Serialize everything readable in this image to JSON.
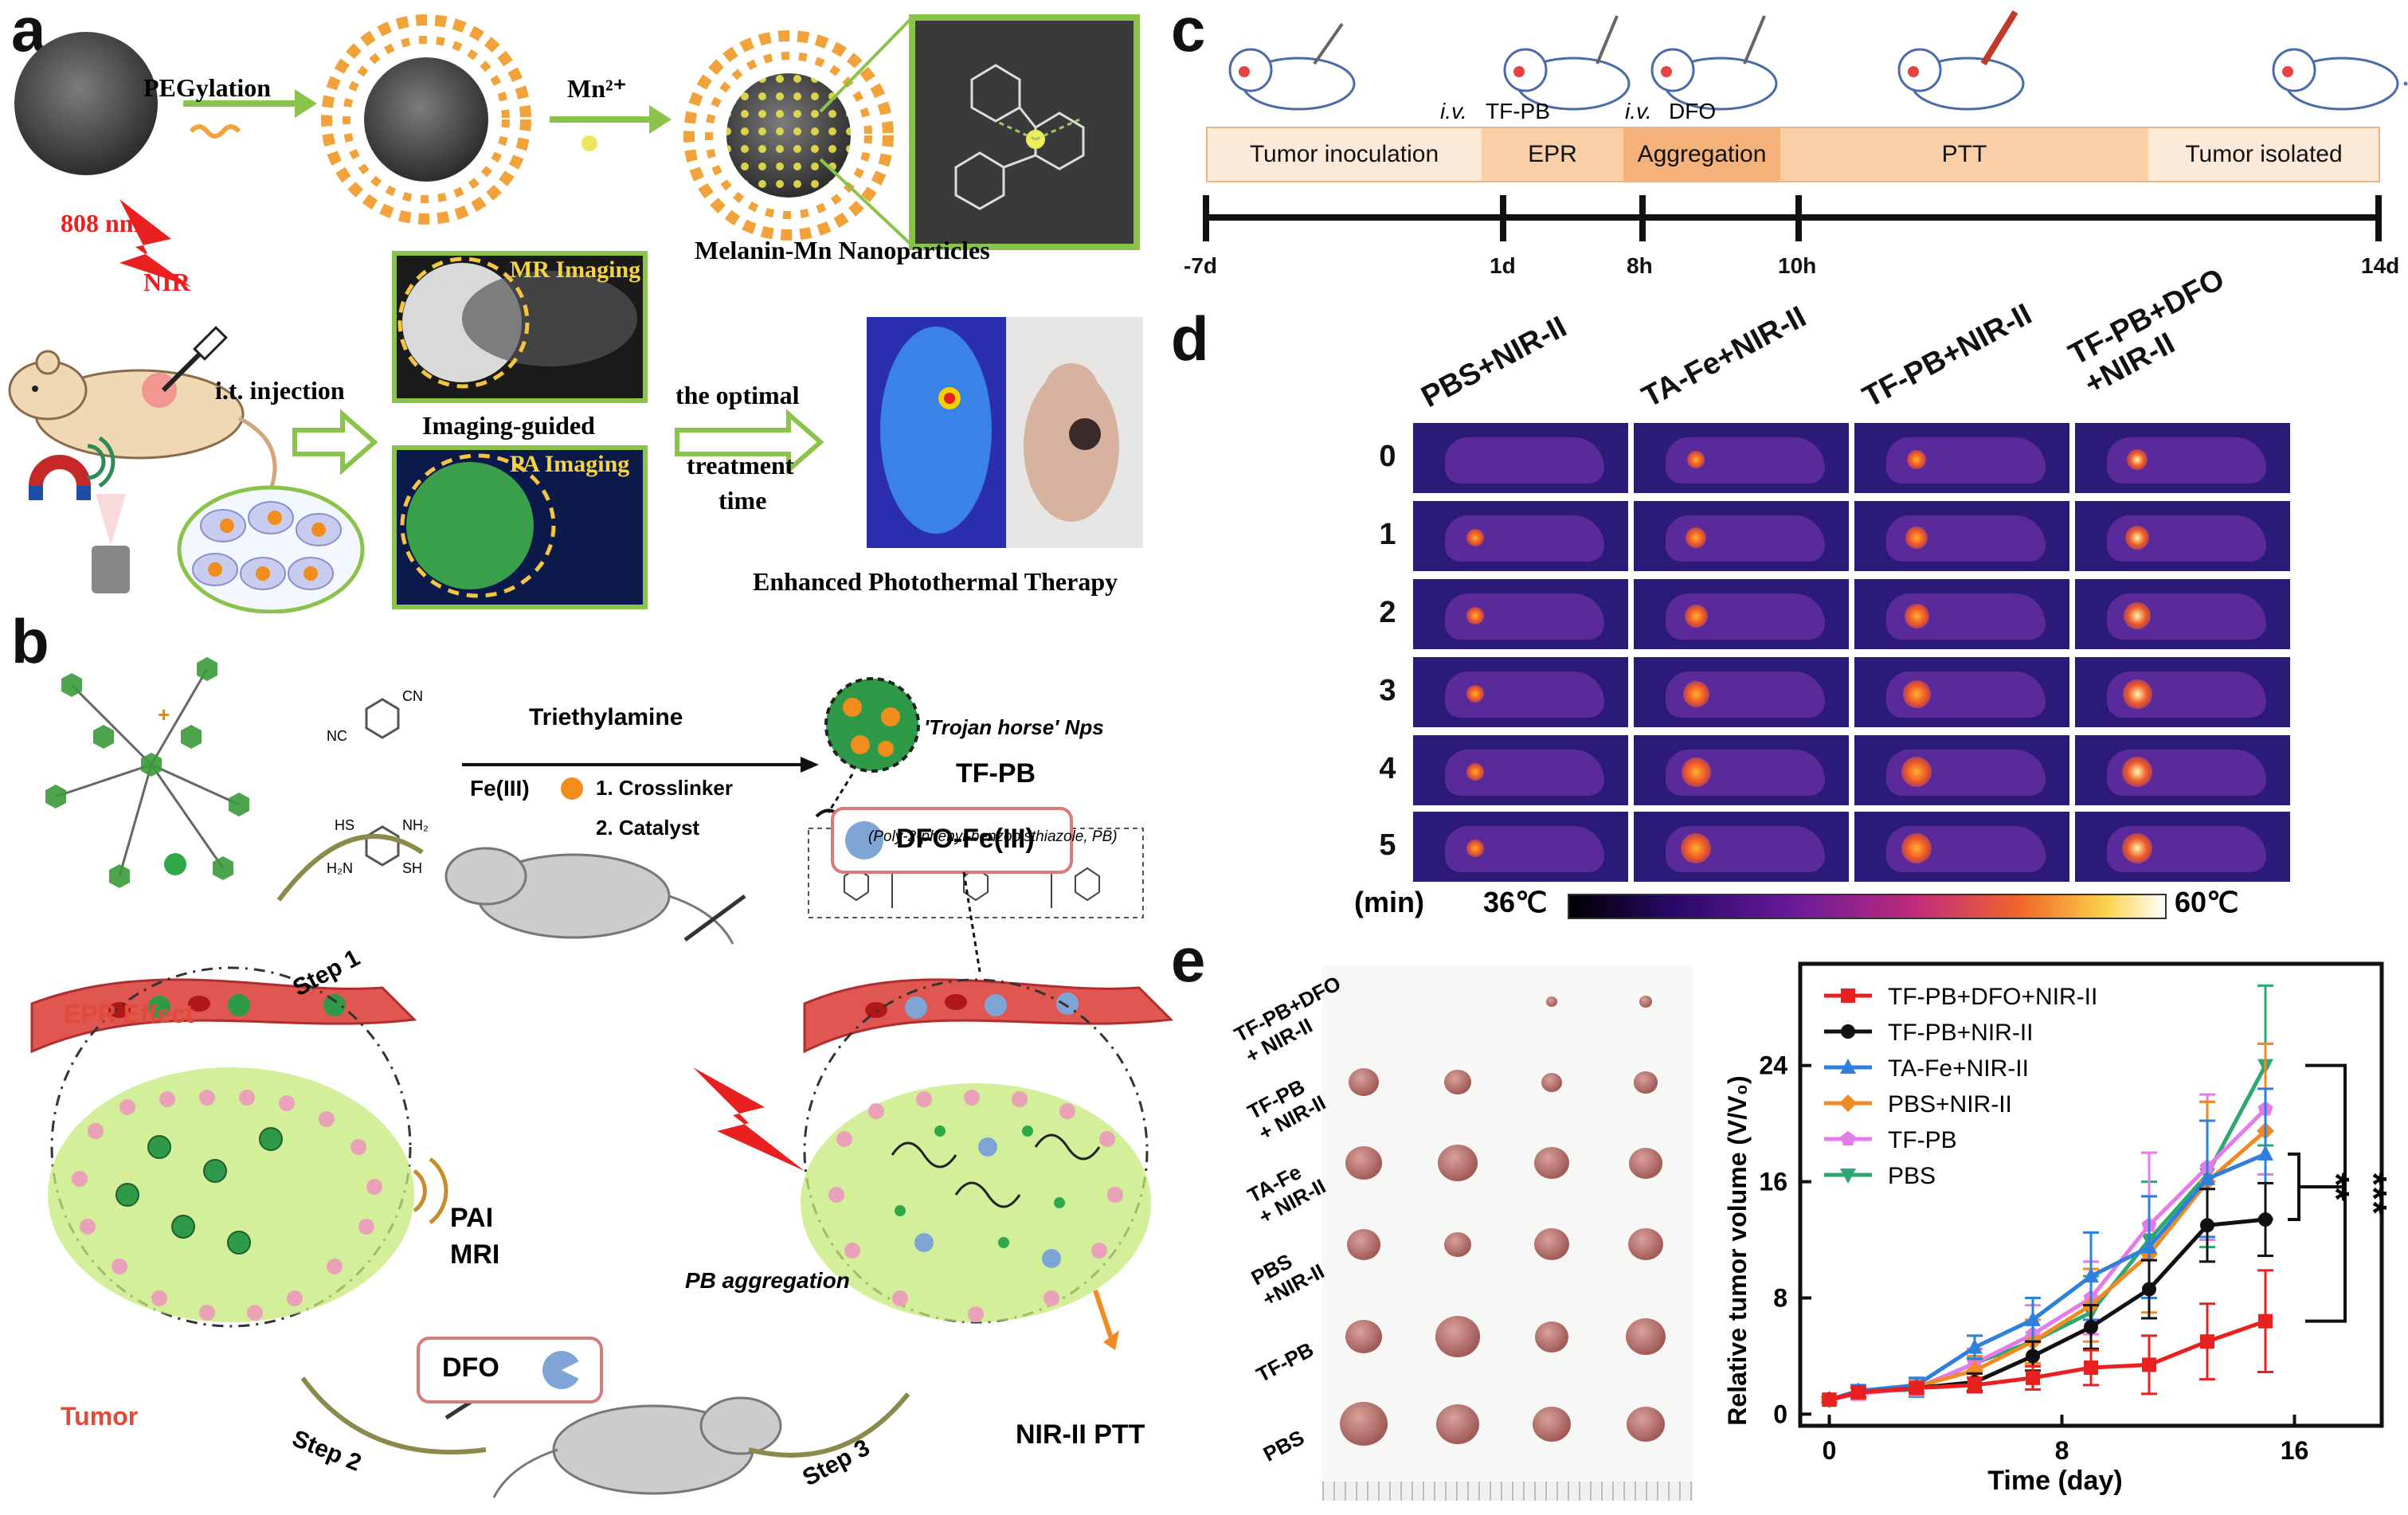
{
  "panels": {
    "a": "a",
    "b": "b",
    "c": "c",
    "d": "d",
    "e": "e"
  },
  "a": {
    "pegylation": "PEGylation",
    "mn": "Mn²⁺",
    "melanin": "Melanin-Mn Nanoparticles",
    "nir_wavelength": "808 nm",
    "nir": "NIR",
    "it_injection": "i.t. injection",
    "mr_imaging": "MR Imaging",
    "imaging_guided": "Imaging-guided",
    "pa_imaging": "PA Imaging",
    "optimal_1": "the optimal",
    "optimal_2": "treatment",
    "optimal_3": "time",
    "enhanced": "Enhanced Photothermal Therapy"
  },
  "b": {
    "triethylamine": "Triethylamine",
    "fe": "Fe(III)",
    "crosslinker": "1. Crosslinker",
    "catalyst": "2. Catalyst",
    "trojan": "'Trojan horse' Nps",
    "tfpb": "TF-PB",
    "pb_name": "(Poly-2-phenyl-benzobisthiazole, PB)",
    "epr": "EPR Effect",
    "step1": "Step 1",
    "step2": "Step 2",
    "step3": "Step 3",
    "pai": "PAI",
    "mri": "MRI",
    "tumor": "Tumor",
    "dfo": "DFO",
    "dfo_fe": "DFO-Fe(III)",
    "pb_aggregation": "PB aggregation",
    "nir_ptt": "NIR-II PTT",
    "plus": "+"
  },
  "c": {
    "iv1": "i.v.",
    "iv1_name": "TF-PB",
    "iv2": "i.v.",
    "iv2_name": "DFO",
    "segments": [
      "Tumor inoculation",
      "EPR",
      "Aggregation",
      "PTT",
      "Tumor isolated"
    ],
    "ticks": [
      "-7d",
      "1d",
      "8h",
      "10h",
      "14d"
    ]
  },
  "d": {
    "columns": [
      "PBS+NIR-II",
      "TA-Fe+NIR-II",
      "TF-PB+NIR-II",
      "TF-PB+DFO\n+NIR-II"
    ],
    "rows": [
      "0",
      "1",
      "2",
      "3",
      "4",
      "5"
    ],
    "unit": "(min)",
    "scale_min": "36℃",
    "scale_max": "60℃"
  },
  "e": {
    "photo_labels": [
      "TF-PB+DFO\n+ NIR-II",
      "TF-PB\n+ NIR-II",
      "TA-Fe\n+ NIR-II",
      "PBS\n+NIR-II",
      "TF-PB",
      "PBS"
    ]
  },
  "chart_data": {
    "type": "line",
    "xlabel": "Time (day)",
    "ylabel": "Relative tumor volume (V/V₀)",
    "xlim": [
      -1,
      19
    ],
    "ylim": [
      -0.8,
      31
    ],
    "xticks": [
      0,
      8,
      16
    ],
    "yticks": [
      0,
      8,
      16,
      24
    ],
    "x": [
      0,
      1,
      3,
      5,
      7,
      9,
      11,
      13,
      15
    ],
    "series": [
      {
        "name": "TF-PB+DFO+NIR-II",
        "color": "#e8201f",
        "marker": "square",
        "values": [
          1.0,
          1.5,
          1.8,
          2.0,
          2.5,
          3.2,
          3.4,
          5.0,
          6.4
        ],
        "errors": [
          0.2,
          0.3,
          0.3,
          0.5,
          0.8,
          1.2,
          2.0,
          2.6,
          3.5
        ]
      },
      {
        "name": "TF-PB+NIR-II",
        "color": "#111111",
        "marker": "circle",
        "values": [
          1.0,
          1.5,
          1.8,
          2.2,
          4.0,
          6.0,
          8.6,
          13.0,
          13.4
        ],
        "errors": [
          0.2,
          0.3,
          0.3,
          0.6,
          1.0,
          1.5,
          2.0,
          2.5,
          2.5
        ]
      },
      {
        "name": "TA-Fe+NIR-II",
        "color": "#2f7fdc",
        "marker": "triangle",
        "values": [
          1.0,
          1.6,
          2.0,
          4.6,
          6.5,
          9.5,
          11.5,
          16.2,
          17.9
        ],
        "errors": [
          0.2,
          0.4,
          0.5,
          0.8,
          1.5,
          3.0,
          3.5,
          4.0,
          4.5
        ]
      },
      {
        "name": "PBS+NIR-II",
        "color": "#f08a24",
        "marker": "diamond",
        "values": [
          1.0,
          1.5,
          1.9,
          3.0,
          5.0,
          7.5,
          11.0,
          16.0,
          19.5
        ],
        "errors": [
          0.2,
          0.4,
          0.5,
          1.0,
          1.5,
          2.5,
          4.0,
          5.5,
          6.0
        ]
      },
      {
        "name": "TF-PB",
        "color": "#e47be8",
        "marker": "pentagon",
        "values": [
          1.0,
          1.4,
          1.8,
          3.5,
          5.5,
          8.0,
          13.0,
          17.0,
          21.0
        ],
        "errors": [
          0.2,
          0.4,
          0.5,
          1.0,
          2.0,
          2.5,
          5.0,
          5.0,
          4.5
        ]
      },
      {
        "name": "PBS",
        "color": "#2ea870",
        "marker": "triangle-down",
        "values": [
          1.0,
          1.5,
          1.7,
          3.5,
          5.0,
          7.0,
          12.0,
          16.5,
          24.0
        ],
        "errors": [
          0.2,
          0.4,
          0.5,
          1.0,
          1.5,
          2.5,
          4.0,
          5.0,
          5.5
        ]
      }
    ],
    "significance": [
      "**",
      "***"
    ]
  }
}
